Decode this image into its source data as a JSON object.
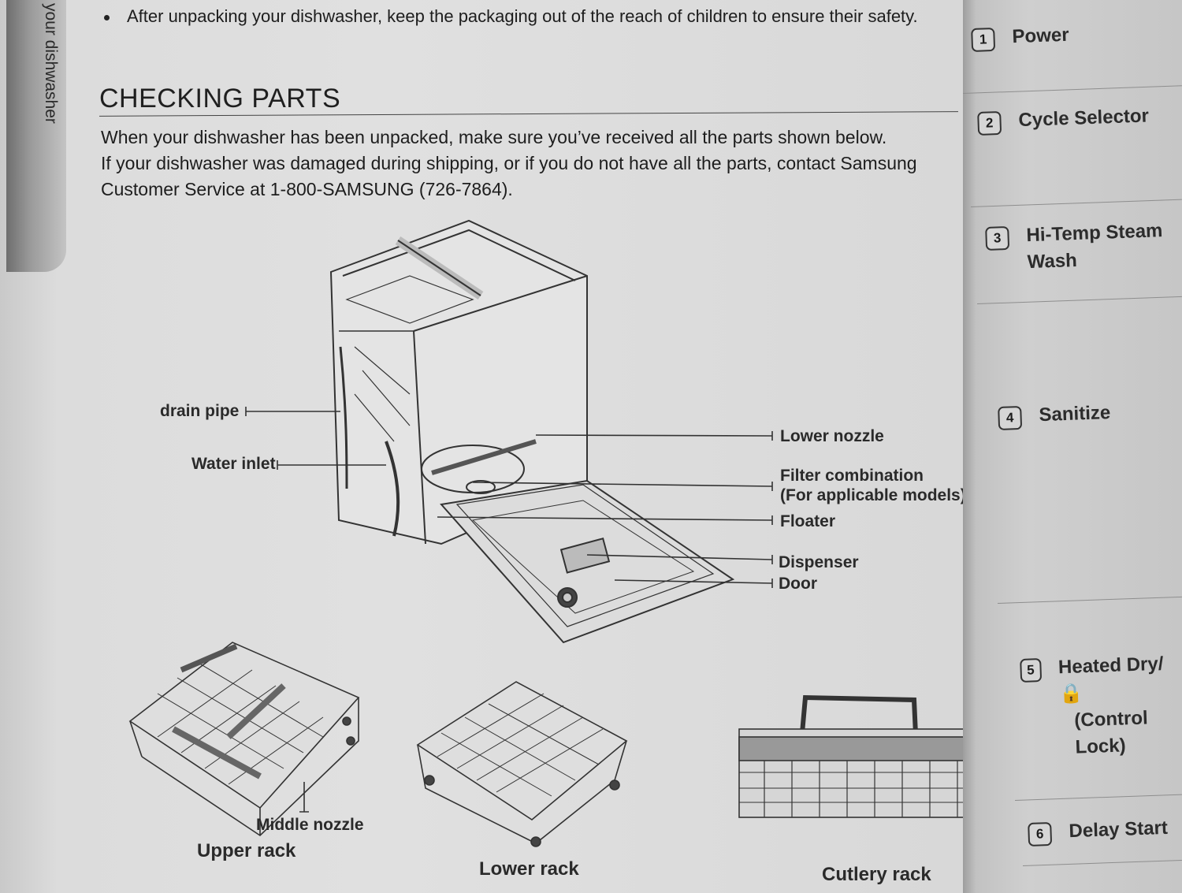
{
  "sidebar": {
    "tab_label": "your dishwasher"
  },
  "intro": {
    "bullet": "After unpacking your dishwasher, keep the packaging out of the reach of children to ensure their safety.",
    "heading": "CHECKING PARTS",
    "line1": "When your dishwasher has been unpacked, make sure you’ve received all the parts shown below.",
    "line2": "If your dishwasher was damaged during shipping, or if you do not have all the parts, contact Samsung",
    "line3": "Customer Service at 1-800-SAMSUNG (726-7864)."
  },
  "parts": {
    "drain_pipe": "drain pipe",
    "water_inlet": "Water inlet",
    "lower_nozzle": "Lower nozzle",
    "filter_line1": "Filter combination",
    "filter_line2": "(For applicable models)",
    "floater": "Floater",
    "dispenser": "Dispenser",
    "door": "Door",
    "middle_nozzle": "Middle nozzle"
  },
  "captions": {
    "upper_rack": "Upper rack",
    "lower_rack": "Lower rack",
    "cutlery_rack": "Cutlery rack"
  },
  "control_panel": {
    "items": [
      {
        "num": "1",
        "label": "Power"
      },
      {
        "num": "2",
        "label": "Cycle Selector"
      },
      {
        "num": "3",
        "label": "Hi-Temp Steam",
        "label2": "Wash"
      },
      {
        "num": "4",
        "label": "Sanitize"
      },
      {
        "num": "5",
        "label": "Heated Dry/🔒",
        "label2": "(Control Lock)"
      },
      {
        "num": "6",
        "label": "Delay Start"
      }
    ]
  }
}
